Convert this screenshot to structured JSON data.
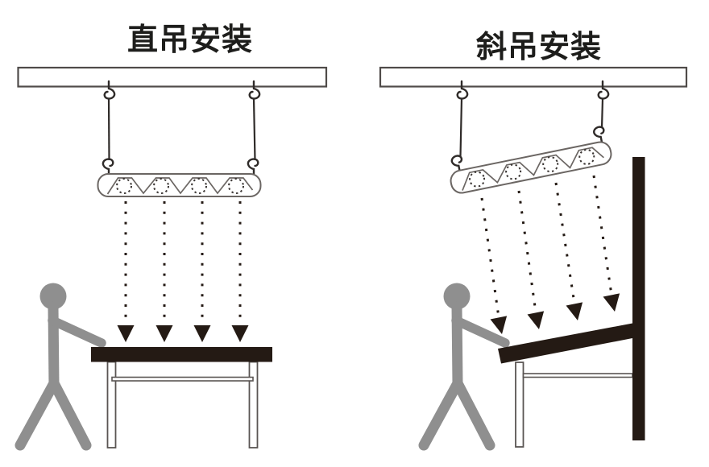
{
  "diagram": {
    "panels": [
      {
        "id": "straight-hang",
        "title": "直吊安装"
      },
      {
        "id": "tilted-hang",
        "title": "斜吊安装"
      }
    ]
  },
  "icons": {
    "ceiling_beam": "ceiling-beam",
    "s_hook": "s-hook-icon",
    "hanging_wire": "hanging-wire",
    "lamp_fixture": "lamp-fixture-icon",
    "light_ray": "light-ray-dotted-line",
    "arrowhead": "arrowhead-icon",
    "worker": "worker-figure-icon",
    "work_table": "work-table",
    "side_wall": "side-wall"
  },
  "colors": {
    "background": "#ffffff",
    "ink": "#241a14",
    "wire": "#2f2b29",
    "outline": "#4f4b49",
    "fixture_outline": "#6b6663",
    "person_gray": "#8f8f8f",
    "title_color": "#1d1d1b"
  }
}
